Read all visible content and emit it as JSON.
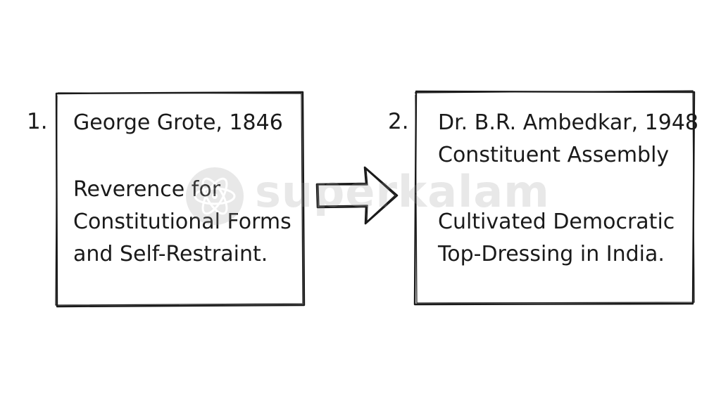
{
  "diagram": {
    "steps": [
      {
        "number": "1.",
        "heading": [
          "George Grote, 1846"
        ],
        "body": [
          "Reverence for",
          "Constitutional Forms",
          "and Self-Restraint."
        ]
      },
      {
        "number": "2.",
        "heading": [
          "Dr. B.R. Ambedkar, 1948",
          "Constituent Assembly"
        ],
        "body": [
          "Cultivated Democratic",
          "Top-Dressing in India."
        ]
      }
    ],
    "connector_icon": "right-arrow-icon"
  },
  "watermark": {
    "text": "superkalam",
    "icon": "atom-logo-icon"
  }
}
